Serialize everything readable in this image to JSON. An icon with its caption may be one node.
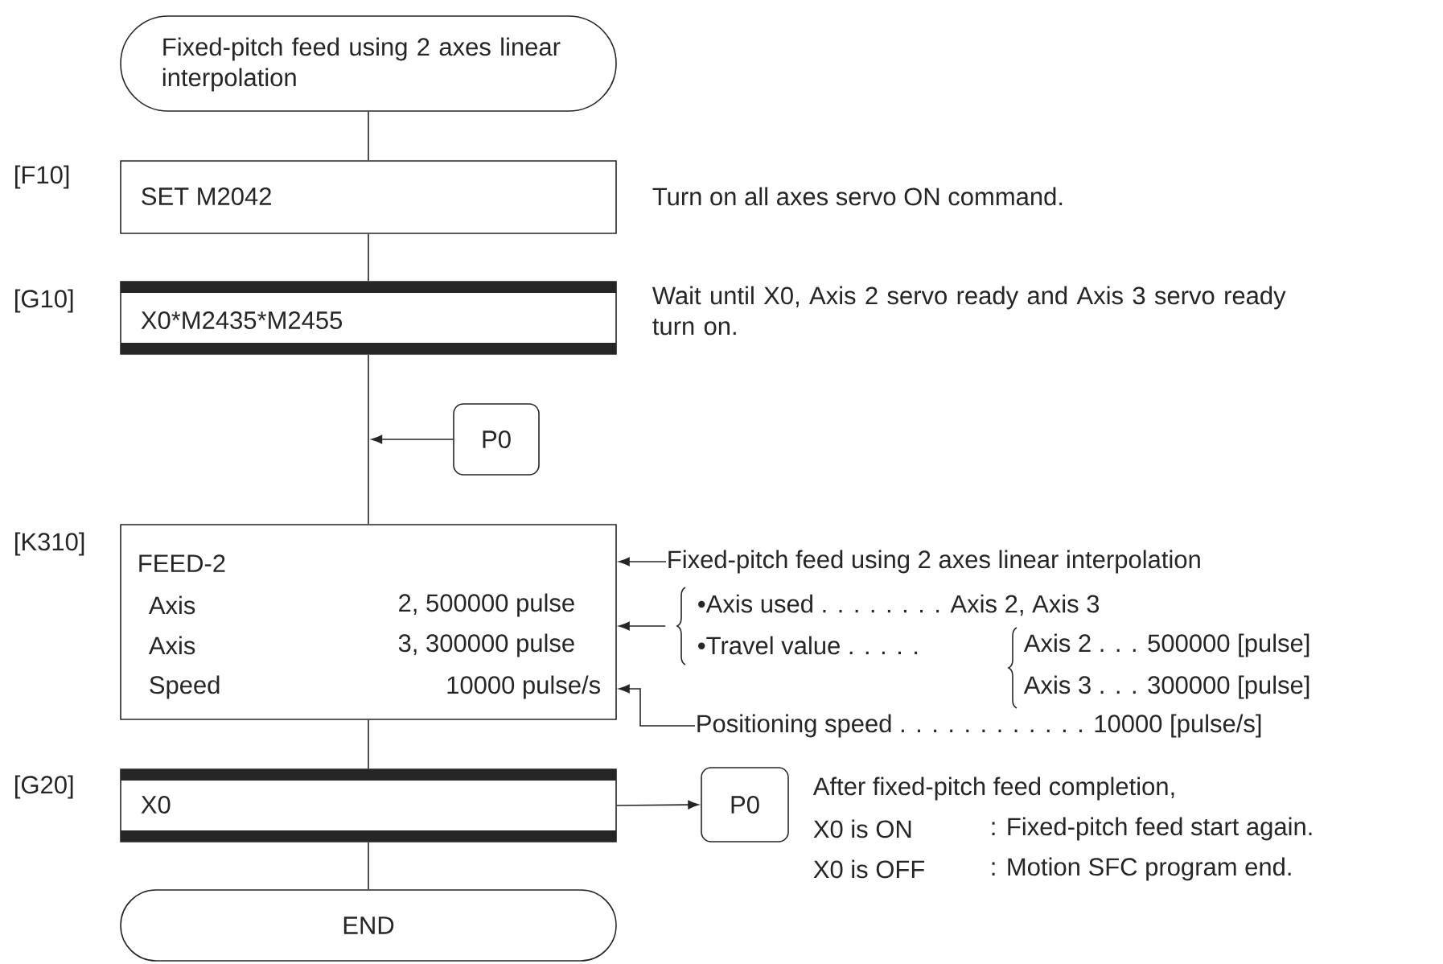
{
  "diagram": {
    "nodes": [
      {
        "text": [
          "Fixed-pitch feed using 2 axes linear interpolation"
        ]
      },
      {
        "text": [
          "SET M2042"
        ],
        "beside": [
          "[F10]",
          "Turn on all axes servo ON command."
        ]
      },
      {
        "text": [
          "X0*M2435*M2455"
        ],
        "beside": [
          "[G10]",
          "Wait until X0, Axis 2 servo ready and Axis 3 servo ready turn on."
        ]
      },
      {
        "text": [
          "P0"
        ]
      },
      {
        "text": [
          "FEED-2",
          "Axis",
          "2, 500000 pulse",
          "Axis",
          "3, 300000 pulse",
          "Speed",
          "10000 pulse/s"
        ],
        "beside": [
          "[K310]"
        ]
      },
      {
        "text": [
          "Fixed-pitch feed using 2 axes linear interpolation"
        ]
      },
      {
        "text": [
          "•Axis used . . . . . . . . Axis 2, Axis 3",
          "•Travel value . . . . .",
          "Axis 2 . . . 500000 [pulse]",
          "Axis 3 . . . 300000 [pulse]"
        ]
      },
      {
        "text": [
          "Positioning speed . . . . . . . . . . . . 10000 [pulse/s]"
        ]
      },
      {
        "text": [
          "X0"
        ],
        "beside": [
          "[G20]"
        ]
      },
      {
        "text": [
          "P0"
        ],
        "beside": [
          "After fixed-pitch feed completion,",
          "X0 is ON",
          ": Fixed-pitch feed start again.",
          "X0 is OFF",
          ": Motion SFC program end."
        ]
      },
      {
        "text": [
          "END"
        ]
      }
    ],
    "edges": [
      {
        "from": 0,
        "to": 1,
        "arrow": "none"
      },
      {
        "from": 1,
        "to": 2,
        "arrow": "none"
      },
      {
        "from": 2,
        "to": 4,
        "arrow": "none"
      },
      {
        "from": 3,
        "to": null,
        "arrow": "to"
      },
      {
        "from": 5,
        "to": 4,
        "arrow": "to"
      },
      {
        "from": 6,
        "to": 4,
        "arrow": "to"
      },
      {
        "from": 7,
        "to": 4,
        "arrow": "to"
      },
      {
        "from": 4,
        "to": 8,
        "arrow": "none"
      },
      {
        "from": 8,
        "to": 9,
        "arrow": "to"
      },
      {
        "from": 8,
        "to": 10,
        "arrow": "none"
      }
    ]
  }
}
